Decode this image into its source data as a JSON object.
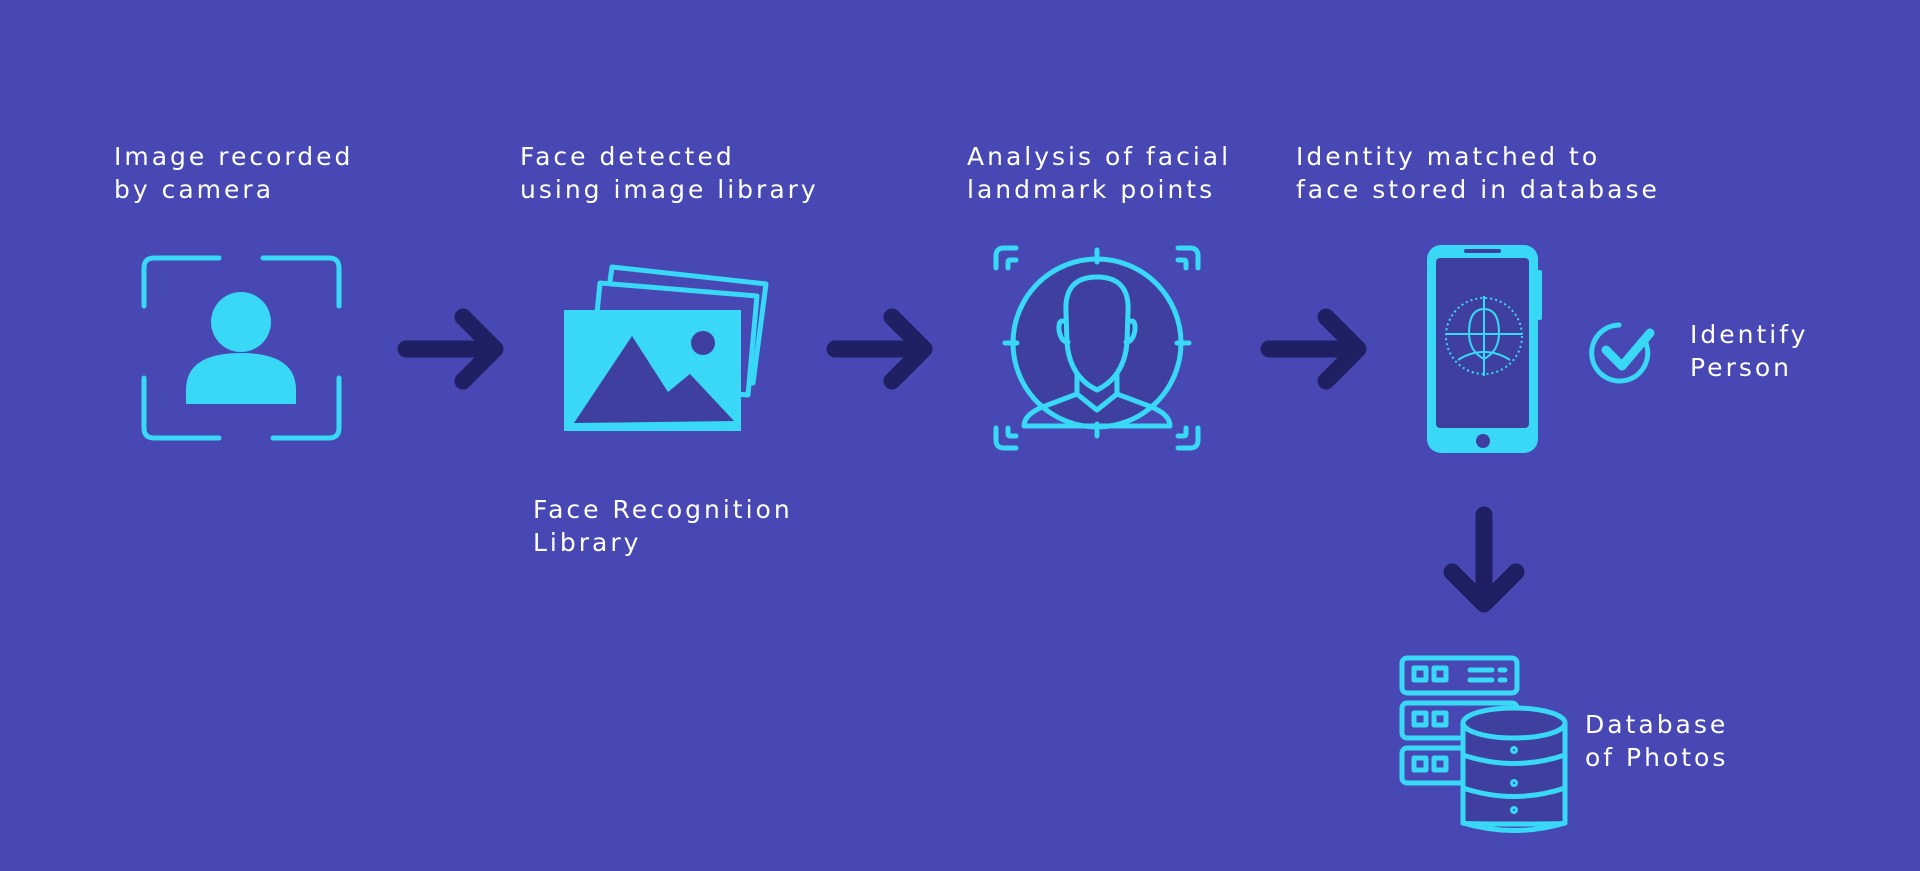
{
  "colors": {
    "background": "#4848b4",
    "accent": "#38d8f6",
    "arrow": "#1f1f64",
    "text": "#ffffff",
    "icon_fill_dark": "#3f3fa0"
  },
  "steps": [
    {
      "id": "camera",
      "icon": "user-capture-icon",
      "title_lines": [
        "Image recorded",
        "by camera"
      ]
    },
    {
      "id": "detect",
      "icon": "image-gallery-icon",
      "title_lines": [
        "Face detected",
        "using image library"
      ],
      "caption_lines": [
        "Face Recognition",
        "Library"
      ]
    },
    {
      "id": "analysis",
      "icon": "face-scan-icon",
      "title_lines": [
        "Analysis of facial",
        "landmark points"
      ]
    },
    {
      "id": "match",
      "icon": "phone-face-id-icon",
      "title_lines": [
        "Identity matched to",
        "face stored in database"
      ]
    }
  ],
  "result": {
    "icon": "check-circle-icon",
    "lines": [
      "Identify",
      "Person"
    ]
  },
  "database": {
    "icon": "database-server-icon",
    "lines": [
      "Database",
      "of Photos"
    ]
  }
}
